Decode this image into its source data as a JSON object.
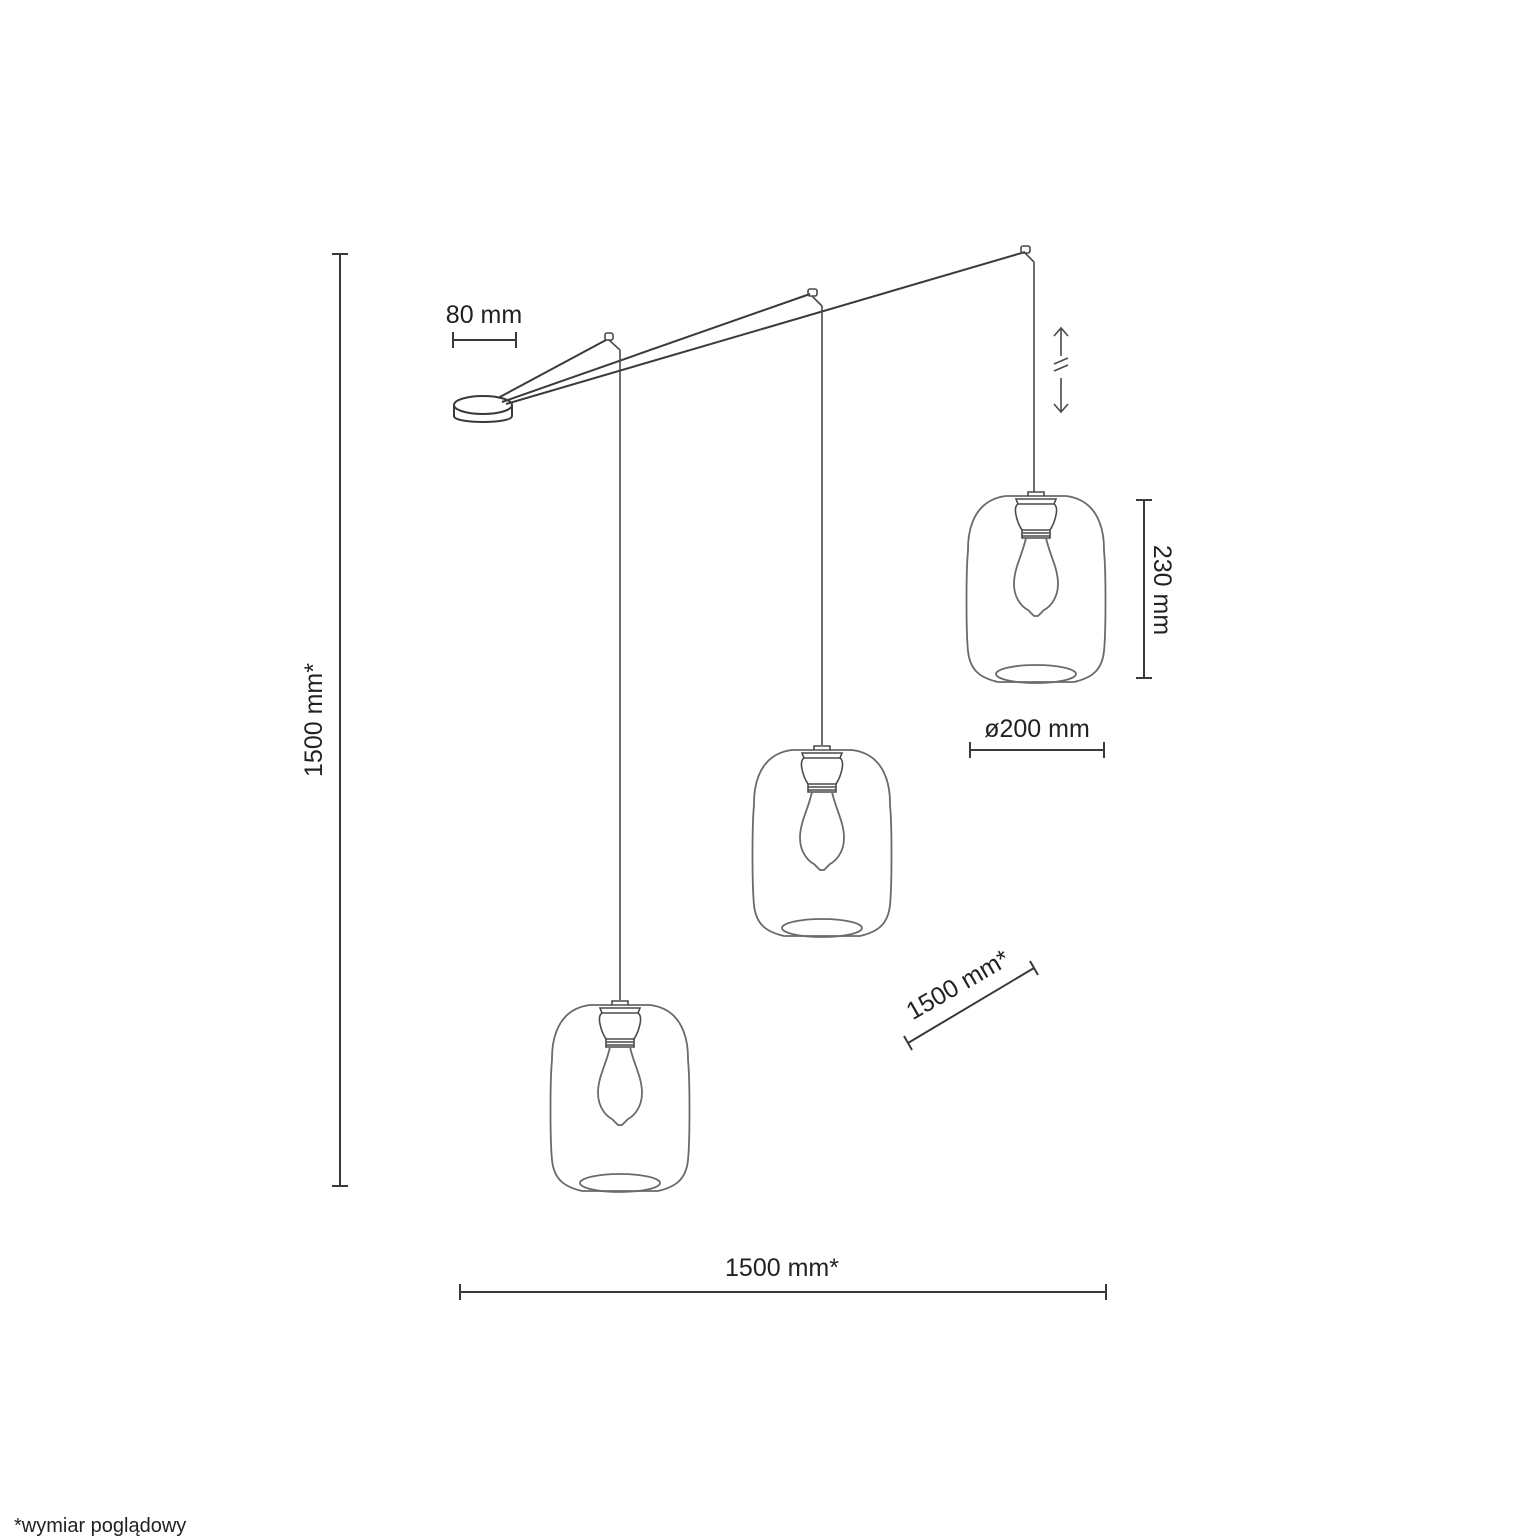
{
  "dimensions": {
    "canopy_width": "80 mm",
    "total_height": "1500 mm*",
    "total_width": "1500 mm*",
    "cable_length": "1500 mm*",
    "shade_height": "230 mm",
    "shade_diameter": "ø200 mm"
  },
  "footnote": "*wymiar poglądowy",
  "colors": {
    "line": "#3a3a3a",
    "glass": "#6a6a6a",
    "background": "#ffffff"
  },
  "icons": [
    "adjustable-height-arrow-icon",
    "pendant-lamp-icon",
    "canopy-icon"
  ]
}
